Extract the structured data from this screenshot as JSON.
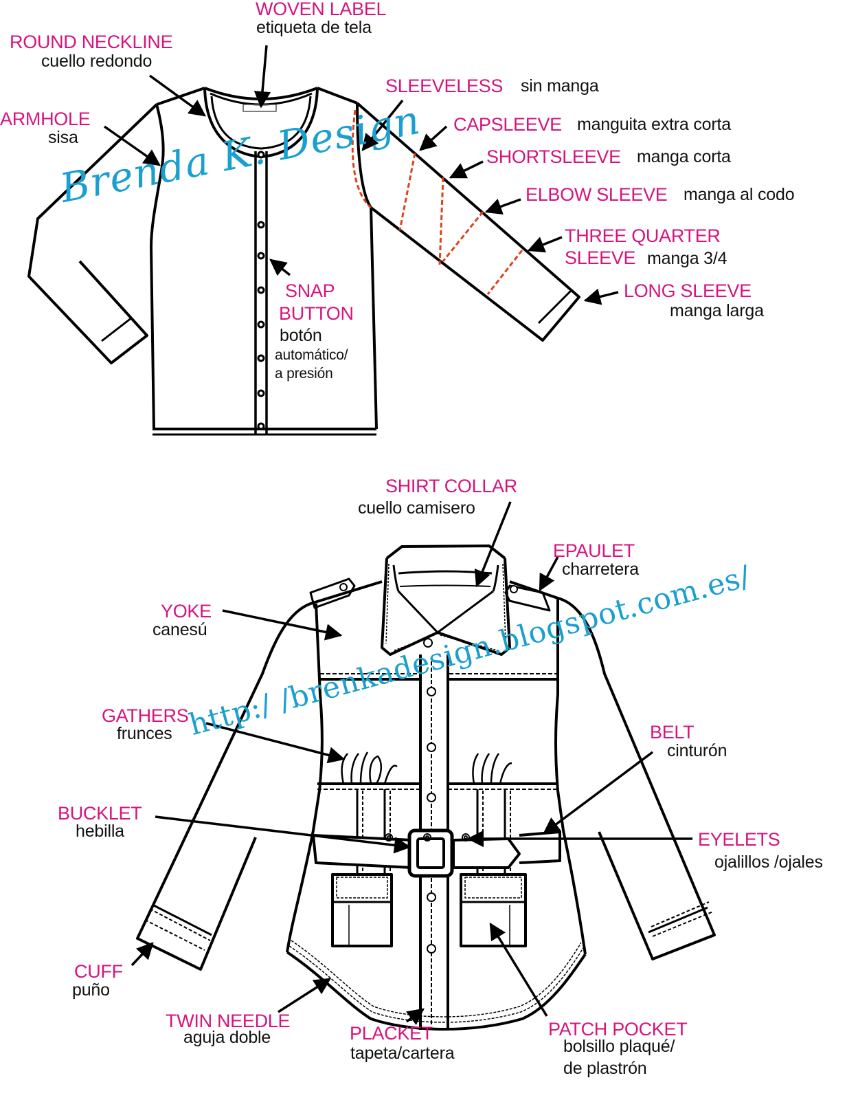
{
  "title": "Garment terminology flat sketches (English / Spanish)",
  "colors": {
    "english_label": "#d6137f",
    "spanish_label": "#111111",
    "watermark": "#1a9fd0",
    "sleeve_length_marks": "#e0401a",
    "line": "#000000"
  },
  "top_garment": {
    "name": "cardigan",
    "watermark": "Brenda K. Design",
    "labels": [
      {
        "id": "woven-label",
        "en": "WOVEN LABEL",
        "es": "etiqueta de tela"
      },
      {
        "id": "round-neckline",
        "en": "ROUND NECKLINE",
        "es": "cuello redondo"
      },
      {
        "id": "armhole",
        "en": "ARMHOLE",
        "es": "sisa"
      },
      {
        "id": "sleeveless",
        "en": "SLEEVELESS",
        "es": "sin manga"
      },
      {
        "id": "capsleeve",
        "en": "CAPSLEEVE",
        "es": "manguita extra corta"
      },
      {
        "id": "shortsleeve",
        "en": "SHORTSLEEVE",
        "es": "manga corta"
      },
      {
        "id": "elbow-sleeve",
        "en": "ELBOW SLEEVE",
        "es": "manga al codo"
      },
      {
        "id": "three-quarter-sleeve",
        "en_line1": "THREE QUARTER",
        "en_line2": "SLEEVE",
        "es": "manga 3/4"
      },
      {
        "id": "long-sleeve",
        "en": "LONG SLEEVE",
        "es": "manga larga"
      },
      {
        "id": "snap-button",
        "en_line1": "SNAP",
        "en_line2": "BUTTON",
        "es_line1": "botón",
        "es_line2": "automático/",
        "es_line3": "a presión"
      }
    ]
  },
  "bottom_garment": {
    "name": "belted shirt jacket",
    "watermark": "http:/ /brenkadesign.blogspot.com.es/",
    "labels": [
      {
        "id": "shirt-collar",
        "en": "SHIRT COLLAR",
        "es": "cuello camisero"
      },
      {
        "id": "epaulet",
        "en": "EPAULET",
        "es": "charretera"
      },
      {
        "id": "yoke",
        "en": "YOKE",
        "es": "canesú"
      },
      {
        "id": "gathers",
        "en": "GATHERS",
        "es": "frunces"
      },
      {
        "id": "belt",
        "en": "BELT",
        "es": "cinturón"
      },
      {
        "id": "bucklet",
        "en": "BUCKLET",
        "es": "hebilla"
      },
      {
        "id": "eyelets",
        "en": "EYELETS",
        "es": "ojalillos /ojales"
      },
      {
        "id": "cuff",
        "en": "CUFF",
        "es": "puño"
      },
      {
        "id": "twin-needle",
        "en": "TWIN NEEDLE",
        "es": "aguja doble"
      },
      {
        "id": "placket",
        "en": "PLACKET",
        "es": "tapeta/cartera"
      },
      {
        "id": "patch-pocket",
        "en": "PATCH POCKET",
        "es_line1": "bolsillo plaqué/",
        "es_line2": "de plastrón"
      }
    ]
  }
}
